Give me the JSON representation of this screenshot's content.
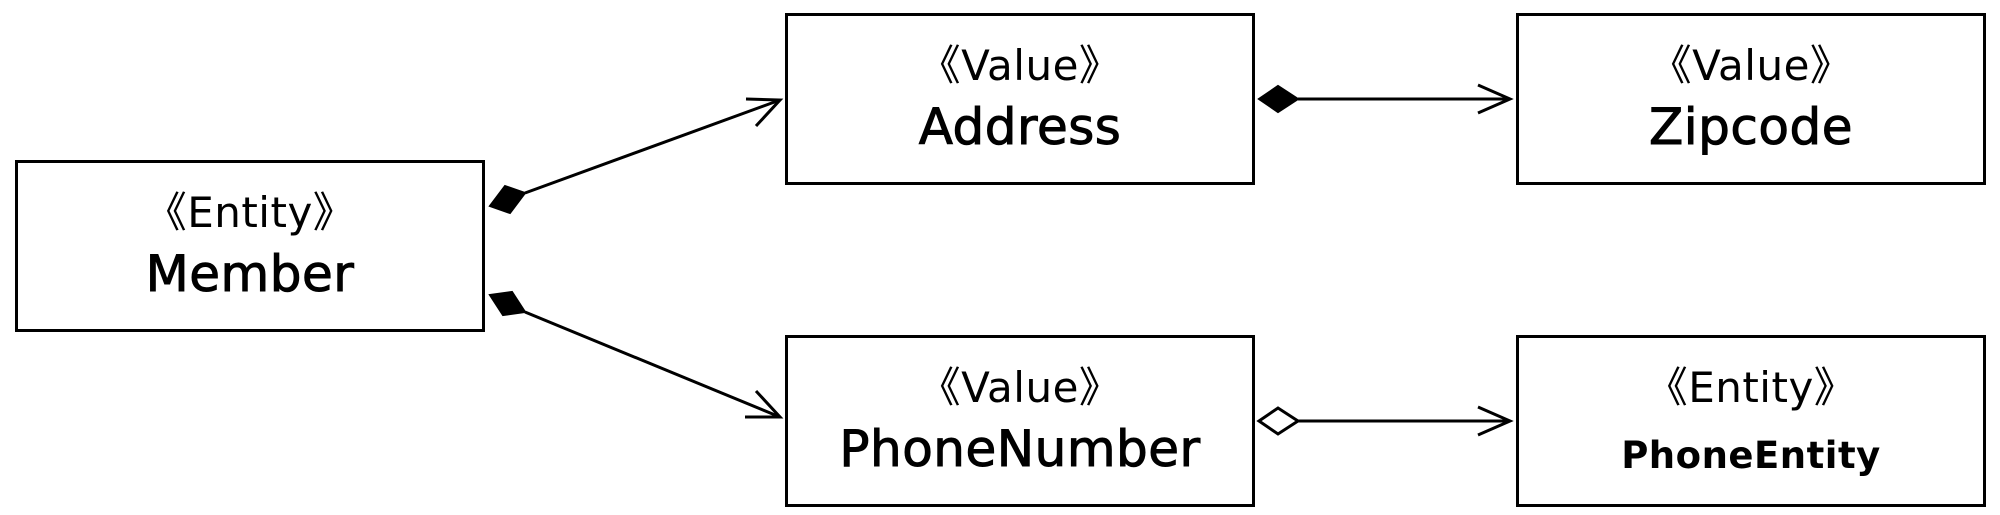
{
  "nodes": {
    "member": {
      "stereotype": "《Entity》",
      "name": "Member"
    },
    "address": {
      "stereotype": "《Value》",
      "name": "Address"
    },
    "zipcode": {
      "stereotype": "《Value》",
      "name": "Zipcode"
    },
    "phonenumber": {
      "stereotype": "《Value》",
      "name": "PhoneNumber"
    },
    "phoneentity": {
      "stereotype": "《Entity》",
      "name": "PhoneEntity"
    }
  },
  "edges": [
    {
      "from": "Member",
      "to": "Address",
      "kind": "composition"
    },
    {
      "from": "Member",
      "to": "PhoneNumber",
      "kind": "composition"
    },
    {
      "from": "Address",
      "to": "Zipcode",
      "kind": "composition"
    },
    {
      "from": "PhoneNumber",
      "to": "PhoneEntity",
      "kind": "aggregation"
    }
  ],
  "colors": {
    "stroke": "#000000",
    "background": "#ffffff"
  }
}
